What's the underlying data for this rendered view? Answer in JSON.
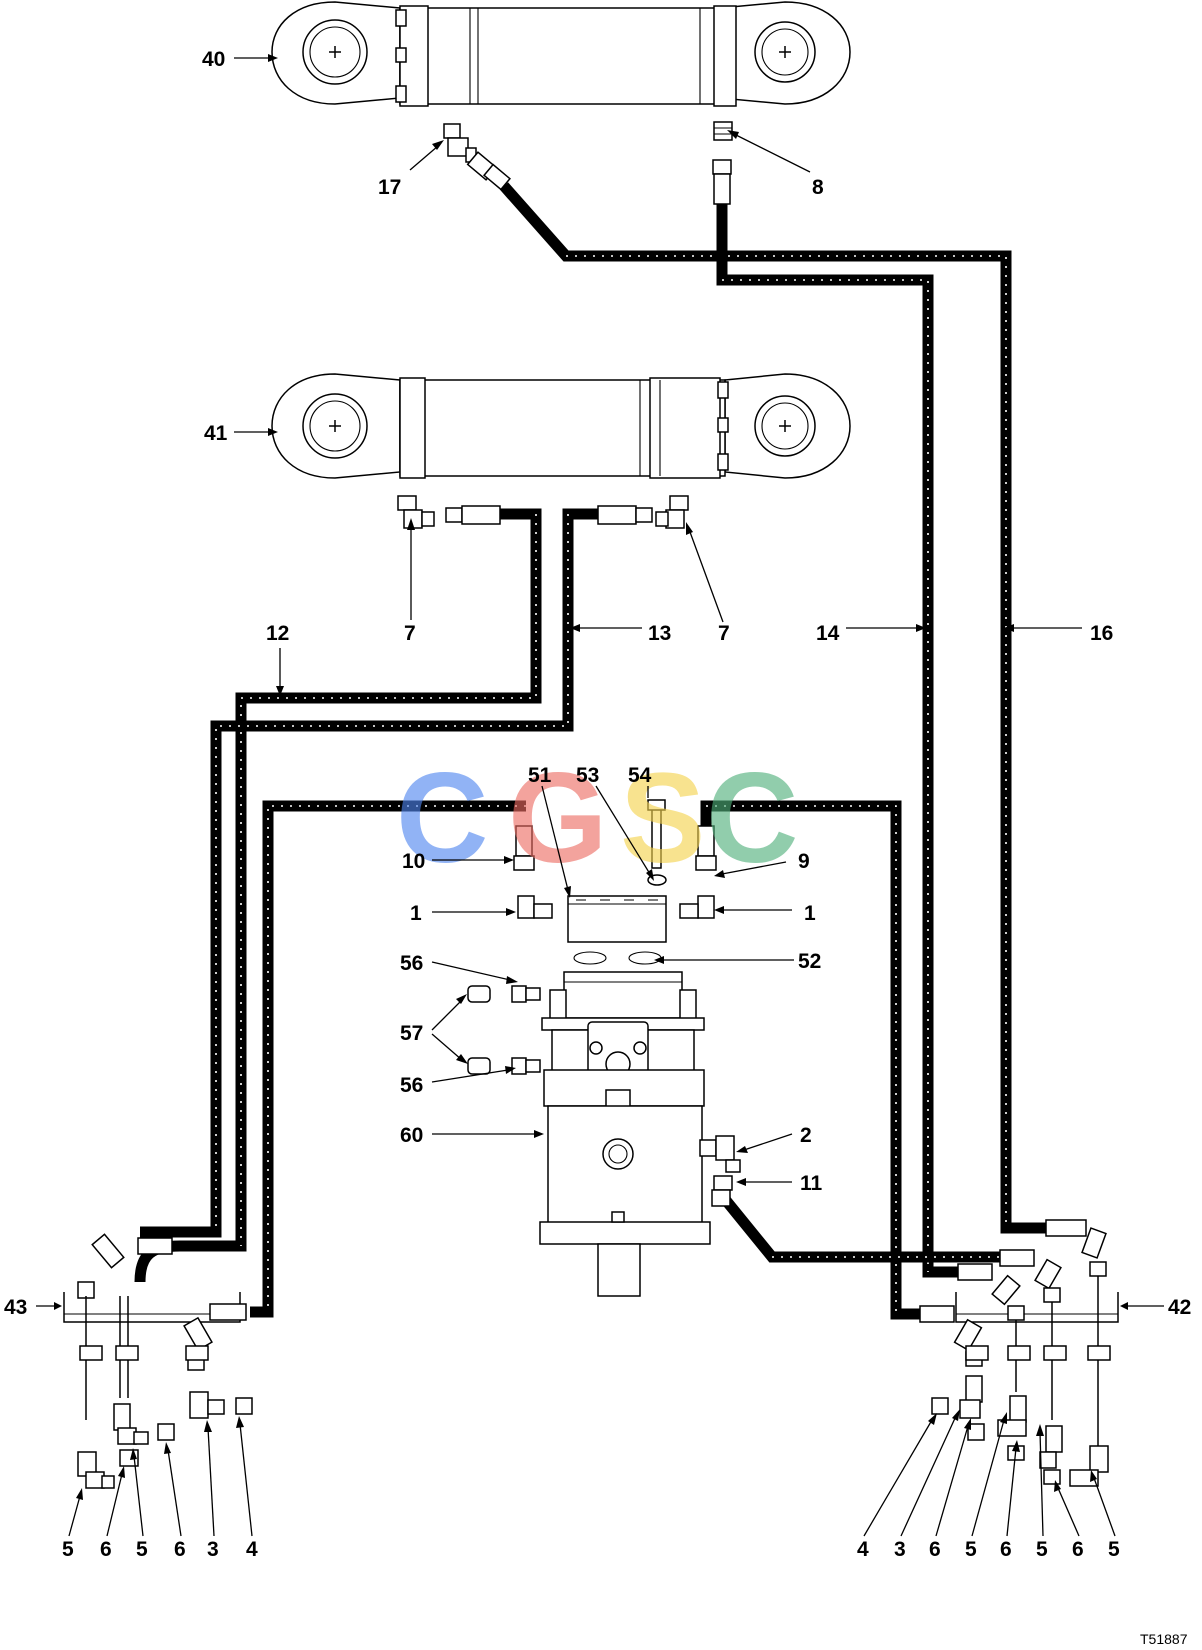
{
  "figure_id": "T51887",
  "watermark": {
    "letters": [
      "C",
      "G",
      "S",
      "C"
    ],
    "colors": [
      "#4f86f0",
      "#ec6b62",
      "#f4d24c",
      "#4fb07a"
    ]
  },
  "callouts": {
    "c40": "40",
    "c17": "17",
    "c8": "8",
    "c41": "41",
    "c7a": "7",
    "c7b": "7",
    "c12": "12",
    "c13": "13",
    "c14": "14",
    "c16": "16",
    "c51": "51",
    "c53": "53",
    "c54": "54",
    "c10": "10",
    "c9": "9",
    "c1a": "1",
    "c1b": "1",
    "c56a": "56",
    "c52": "52",
    "c57": "57",
    "c56b": "56",
    "c60": "60",
    "c2": "2",
    "c11": "11",
    "c43": "43",
    "c42": "42",
    "bl5a": "5",
    "bl6a": "6",
    "bl5b": "5",
    "bl6b": "6",
    "bl3": "3",
    "bl4": "4",
    "br4": "4",
    "br3": "3",
    "br6a": "6",
    "br5a": "5",
    "br6b": "6",
    "br5b": "5",
    "br6c": "6",
    "br5c": "5"
  }
}
